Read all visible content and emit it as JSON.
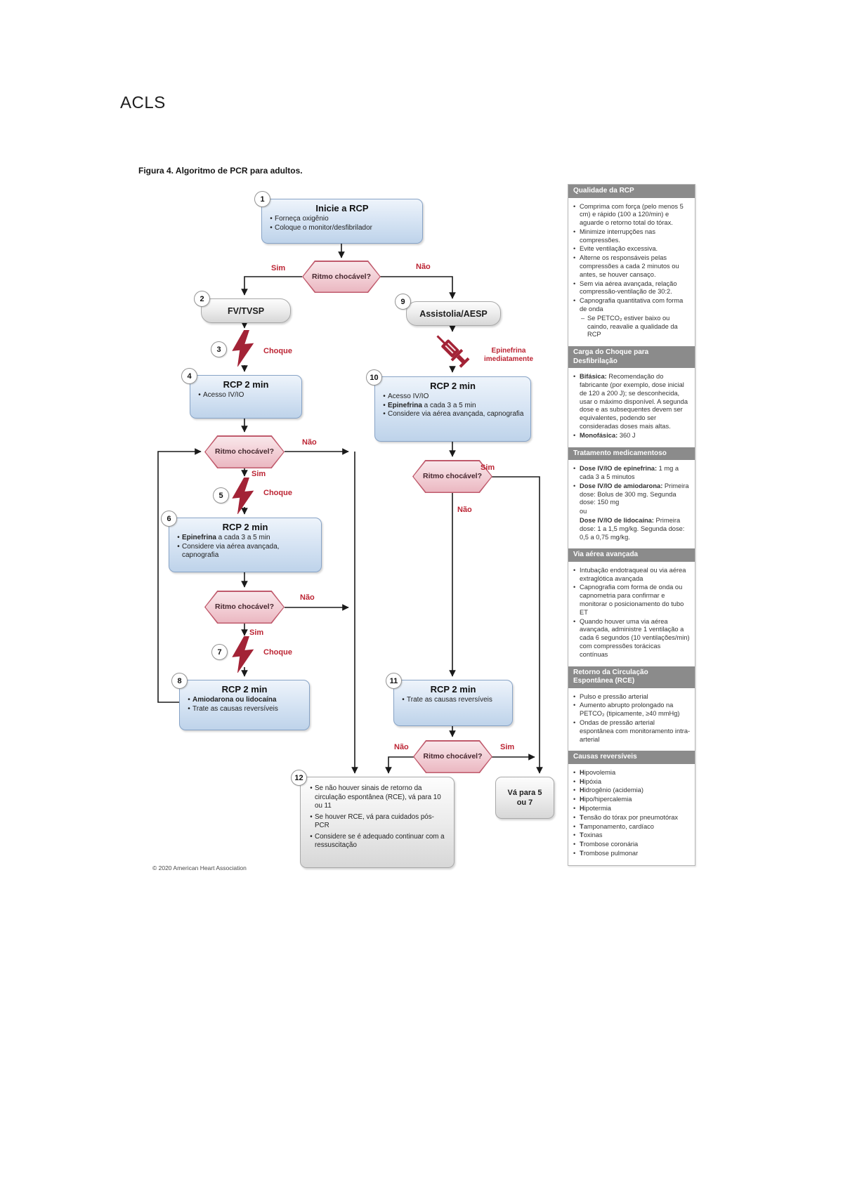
{
  "page": {
    "title": "ACLS",
    "figure_caption": "Figura 4.  Algoritmo de PCR para adultos.",
    "copyright": "© 2020 American Heart Association"
  },
  "flow": {
    "n1": {
      "num": "1",
      "title": "Inicie a RCP",
      "bullets": [
        {
          "b": "",
          "t": "Forneça oxigênio"
        },
        {
          "b": "",
          "t": "Coloque o monitor/desfibrilador"
        }
      ]
    },
    "d1": {
      "q": "Ritmo chocável?",
      "yes": "Sim",
      "no": "Não"
    },
    "n2": {
      "num": "2",
      "title": "FV/TVSP"
    },
    "c3": {
      "num": "3",
      "label": "Choque"
    },
    "n4": {
      "num": "4",
      "title": "RCP 2 min",
      "bullets": [
        {
          "b": "",
          "t": "Acesso IV/IO"
        }
      ]
    },
    "d2": {
      "q": "Ritmo chocável?",
      "yes": "Sim",
      "no": "Não"
    },
    "c5": {
      "num": "5",
      "label": "Choque"
    },
    "n6": {
      "num": "6",
      "title": "RCP 2 min",
      "bullets": [
        {
          "b": "Epinefrina",
          "t": " a cada 3 a 5 min"
        },
        {
          "b": "",
          "t": "Considere via aérea avançada, capnografia"
        }
      ]
    },
    "d3": {
      "q": "Ritmo chocável?",
      "yes": "Sim",
      "no": "Não"
    },
    "c7": {
      "num": "7",
      "label": "Choque"
    },
    "n8": {
      "num": "8",
      "title": "RCP 2 min",
      "bullets": [
        {
          "b": "Amiodarona ou lidocaína",
          "t": ""
        },
        {
          "b": "",
          "t": "Trate as causas reversíveis"
        }
      ]
    },
    "n9": {
      "num": "9",
      "title": "Assistolia/AESP"
    },
    "epi": {
      "line1": "Epinefrina",
      "line2": "imediatamente"
    },
    "n10": {
      "num": "10",
      "title": "RCP 2 min",
      "bullets": [
        {
          "b": "",
          "t": "Acesso IV/IO"
        },
        {
          "b": "Epinefrina",
          "t": " a cada 3 a 5 min"
        },
        {
          "b": "",
          "t": "Considere via aérea avançada, capnografia"
        }
      ]
    },
    "d4": {
      "q": "Ritmo chocável?",
      "yes": "Sim",
      "no": "Não"
    },
    "n11": {
      "num": "11",
      "title": "RCP 2 min",
      "bullets": [
        {
          "b": "",
          "t": "Trate as causas reversíveis"
        }
      ]
    },
    "d5": {
      "q": "Ritmo chocável?",
      "yes": "Sim",
      "no": "Não"
    },
    "go": {
      "line1": "Vá para 5",
      "line2": "ou 7"
    },
    "n12": {
      "num": "12",
      "bullets": [
        {
          "b": "",
          "t": "Se não houver sinais de retorno da circulação espontânea (RCE), vá para 10 ou 11"
        },
        {
          "b": "",
          "t": "Se houver RCE, vá para cuidados pós-PCR"
        },
        {
          "b": "",
          "t": "Considere se é adequado continuar com a ressuscitação"
        }
      ]
    }
  },
  "sidebar": {
    "s1": {
      "title": "Qualidade da RCP",
      "items": [
        {
          "m": "•",
          "b": "",
          "t": "Comprima com força (pelo menos 5 cm) e rápido (100 a 120/min) e aguarde o retorno total do tórax.",
          "cls": ""
        },
        {
          "m": "•",
          "b": "",
          "t": "Minimize interrupções nas compressões.",
          "cls": ""
        },
        {
          "m": "•",
          "b": "",
          "t": "Evite ventilação excessiva.",
          "cls": ""
        },
        {
          "m": "•",
          "b": "",
          "t": "Alterne os responsáveis pelas compressões a cada 2 minutos ou antes, se houver cansaço.",
          "cls": ""
        },
        {
          "m": "•",
          "b": "",
          "t": "Sem via aérea avançada, relação compressão-ventilação de 30:2.",
          "cls": ""
        },
        {
          "m": "•",
          "b": "",
          "t": "Capnografia quantitativa com forma de onda",
          "cls": ""
        },
        {
          "m": "–",
          "b": "",
          "t": "Se PETCO₂ estiver baixo ou caindo, reavalie a qualidade da RCP",
          "cls": "sub"
        }
      ]
    },
    "s2": {
      "title": "Carga do Choque para Desfibrilação",
      "items": [
        {
          "m": "•",
          "b": "Bifásica:",
          "t": " Recomendação do fabricante (por exemplo, dose inicial de 120 a 200 J); se desconhecida, usar o máximo disponível. A segunda dose e as subsequentes devem ser equivalentes, podendo ser consideradas doses mais altas.",
          "cls": ""
        },
        {
          "m": "•",
          "b": "Monofásica:",
          "t": " 360 J",
          "cls": ""
        }
      ]
    },
    "s3": {
      "title": "Tratamento medicamentoso",
      "items": [
        {
          "m": "•",
          "b": "Dose IV/IO de epinefrina:",
          "t": " 1 mg a cada 3 a 5 minutos",
          "cls": ""
        },
        {
          "m": "•",
          "b": "Dose IV/IO de amiodarona:",
          "t": " Primeira dose: Bolus de 300 mg. Segunda dose: 150 mg",
          "cls": ""
        },
        {
          "m": "",
          "b": "",
          "t": "ou",
          "cls": "nob"
        },
        {
          "m": "",
          "b": "Dose IV/IO de lidocaína:",
          "t": " Primeira dose: 1 a 1,5 mg/kg. Segunda dose: 0,5 a 0,75 mg/kg.",
          "cls": "nob"
        }
      ]
    },
    "s4": {
      "title": "Via aérea avançada",
      "items": [
        {
          "m": "•",
          "b": "",
          "t": "Intubação endotraqueal ou via aérea extraglótica avançada",
          "cls": ""
        },
        {
          "m": "•",
          "b": "",
          "t": "Capnografia com forma de onda ou capnometria para confirmar e monitorar o posicionamento do tubo ET",
          "cls": ""
        },
        {
          "m": "•",
          "b": "",
          "t": "Quando houver uma via aérea avançada, administre 1 ventilação a cada 6 segundos (10 ventilações/min) com compressões torácicas contínuas",
          "cls": ""
        }
      ]
    },
    "s5": {
      "title": "Retorno da Circulação Espontânea (RCE)",
      "items": [
        {
          "m": "•",
          "b": "",
          "t": "Pulso e pressão arterial",
          "cls": ""
        },
        {
          "m": "•",
          "b": "",
          "t": "Aumento abrupto prolongado na PETCO₂ (tipicamente, ≥40 mmHg)",
          "cls": ""
        },
        {
          "m": "•",
          "b": "",
          "t": "Ondas de pressão arterial espontânea com monitoramento intra-arterial",
          "cls": ""
        }
      ]
    },
    "s6": {
      "title": "Causas reversíveis",
      "items": [
        {
          "m": "•",
          "b": "H",
          "t": "ipovolemia",
          "cls": ""
        },
        {
          "m": "•",
          "b": "H",
          "t": "ipóxia",
          "cls": ""
        },
        {
          "m": "•",
          "b": "H",
          "t": "idrogênio (acidemia)",
          "cls": ""
        },
        {
          "m": "•",
          "b": "H",
          "t": "ipo/hipercalemia",
          "cls": ""
        },
        {
          "m": "•",
          "b": "H",
          "t": "ipotermia",
          "cls": ""
        },
        {
          "m": "•",
          "b": "T",
          "t": "ensão do tórax por pneumotórax",
          "cls": ""
        },
        {
          "m": "•",
          "b": "T",
          "t": "amponamento, cardíaco",
          "cls": ""
        },
        {
          "m": "•",
          "b": "T",
          "t": "oxinas",
          "cls": ""
        },
        {
          "m": "•",
          "b": "T",
          "t": "rombose coronária",
          "cls": ""
        },
        {
          "m": "•",
          "b": "T",
          "t": "rombose pulmonar",
          "cls": ""
        }
      ]
    }
  }
}
